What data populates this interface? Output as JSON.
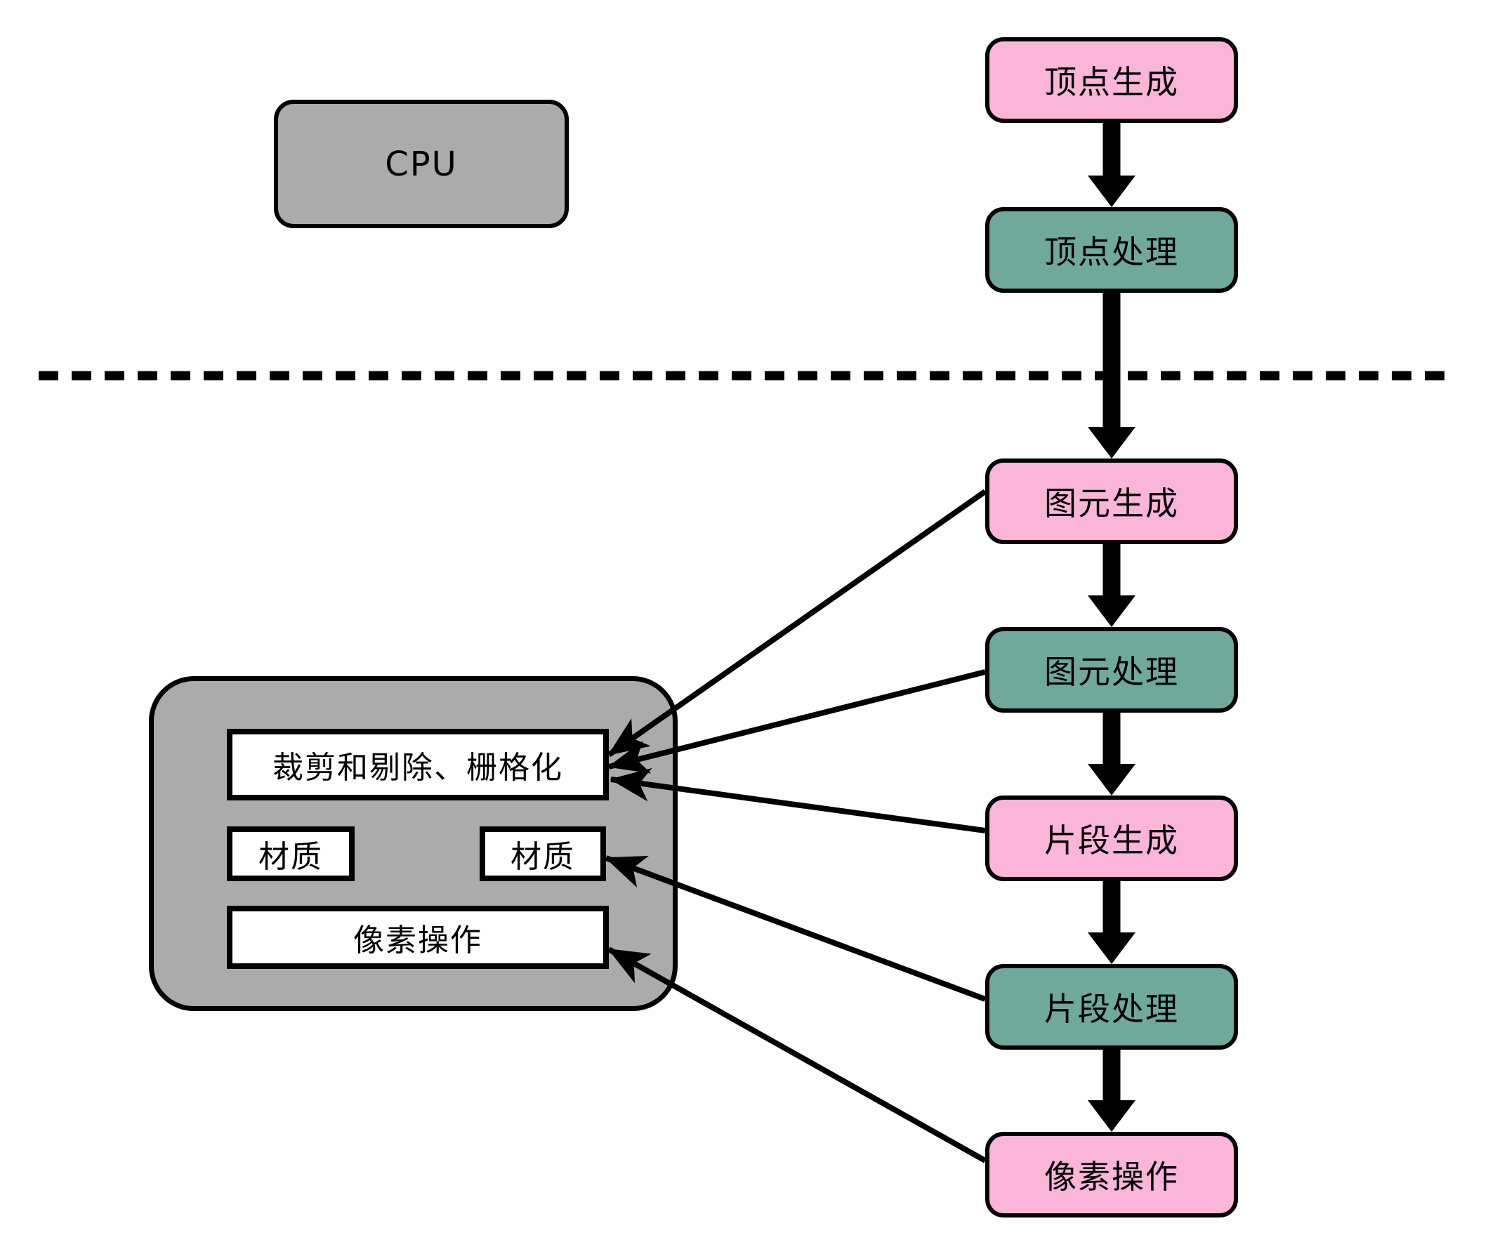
{
  "colors": {
    "pink": "#fab5d8",
    "teal": "#70a99c",
    "gray": "#ababab",
    "ink": "#000000",
    "paper": "#ffffff"
  },
  "cpu_box": {
    "label": "CPU"
  },
  "pipeline_column": {
    "nodes": [
      {
        "label": "顶点生成",
        "kind": "generation"
      },
      {
        "label": "顶点处理",
        "kind": "processing"
      },
      {
        "label": "图元生成",
        "kind": "generation"
      },
      {
        "label": "图元处理",
        "kind": "processing"
      },
      {
        "label": "片段生成",
        "kind": "generation"
      },
      {
        "label": "片段处理",
        "kind": "processing"
      },
      {
        "label": "像素操作",
        "kind": "generation"
      }
    ]
  },
  "gpu_block": {
    "stages": {
      "clip_raster": "裁剪和剔除、栅格化",
      "texture_left": "材质",
      "texture_right": "材质",
      "pixel_ops": "像素操作"
    }
  }
}
